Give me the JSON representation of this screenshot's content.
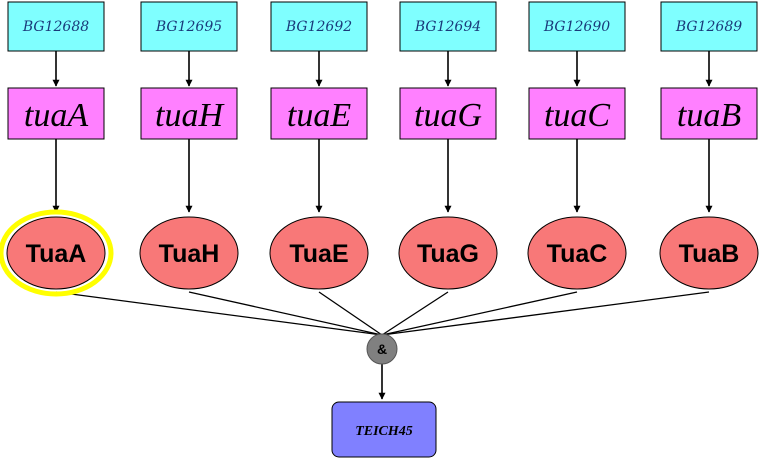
{
  "colors": {
    "id_box": "#7fffff",
    "gene_box": "#ff80ff",
    "protein": "#f87878",
    "highlight": "#ffff00",
    "and_node": "#808080",
    "product_box": "#8080ff"
  },
  "columns": [
    {
      "id": "BG12688",
      "gene": "tuaA",
      "protein": "TuaA",
      "highlighted": true
    },
    {
      "id": "BG12695",
      "gene": "tuaH",
      "protein": "TuaH",
      "highlighted": false
    },
    {
      "id": "BG12692",
      "gene": "tuaE",
      "protein": "TuaE",
      "highlighted": false
    },
    {
      "id": "BG12694",
      "gene": "tuaG",
      "protein": "TuaG",
      "highlighted": false
    },
    {
      "id": "BG12690",
      "gene": "tuaC",
      "protein": "TuaC",
      "highlighted": false
    },
    {
      "id": "BG12689",
      "gene": "tuaB",
      "protein": "TuaB",
      "highlighted": false
    }
  ],
  "and_node": {
    "label": "&"
  },
  "product": {
    "label": "TEICH45"
  }
}
